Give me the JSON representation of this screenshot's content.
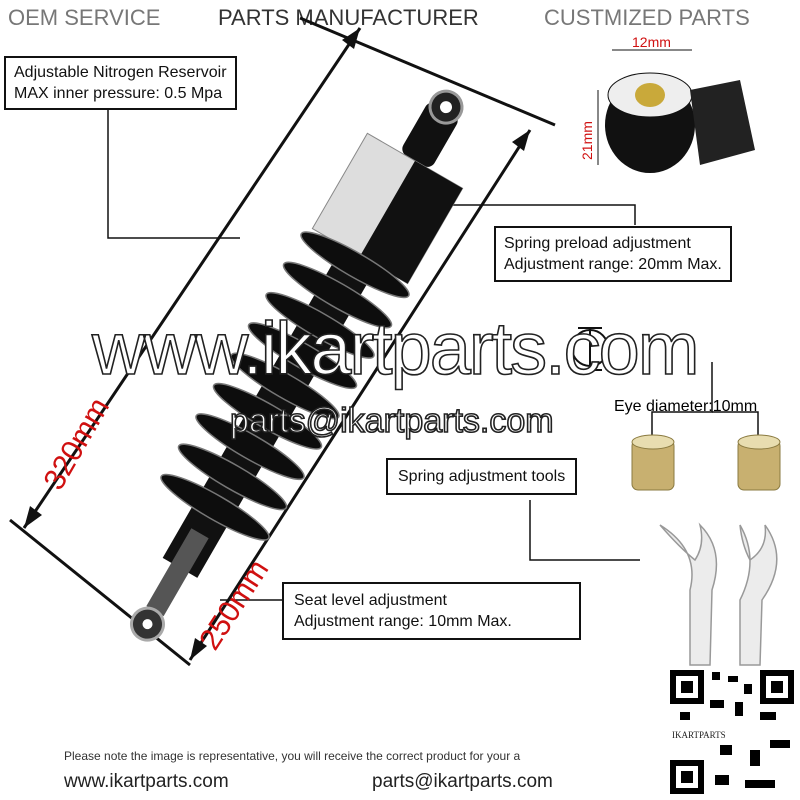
{
  "header": {
    "items": [
      "OEM SERVICE",
      "PARTS MANUFACTURER",
      "CUSTMIZED PARTS"
    ]
  },
  "callouts": {
    "reservoir": [
      "Adjustable Nitrogen Reservoir",
      "MAX inner pressure: 0.5 Mpa"
    ],
    "preload": [
      "Spring preload adjustment",
      "Adjustment range: 20mm Max."
    ],
    "eye": "Eye diameter:10mm",
    "tools": "Spring adjustment tools",
    "seat": [
      "Seat level adjustment",
      "Adjustment range: 10mm Max."
    ]
  },
  "dimensions": {
    "overall": "320mm",
    "inner": "250mm",
    "bushing_width": "12mm",
    "bushing_height": "21mm"
  },
  "watermark": {
    "site": "www.ikartparts.com",
    "email": "parts@ikartparts.com"
  },
  "footer": {
    "site": "www.ikartparts.com",
    "email": "parts@ikartparts.com",
    "disclaimer": "Please note the image is representative, you will receive the correct product for your a",
    "qr_label": "IKARTPARTS"
  },
  "colors": {
    "dimension_text": "#d01010",
    "header_text": "#777777",
    "header_dark": "#333333"
  }
}
